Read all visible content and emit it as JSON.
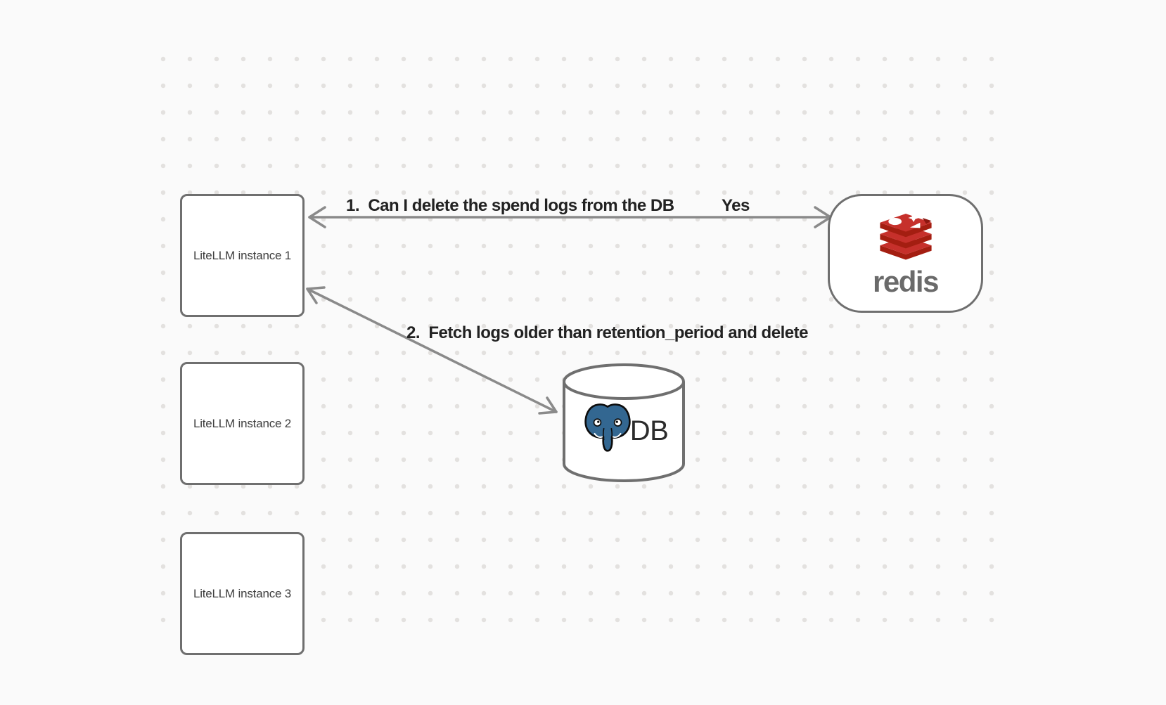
{
  "nodes": {
    "instances": [
      {
        "label": "LiteLLM instance 1"
      },
      {
        "label": "LiteLLM instance 2"
      },
      {
        "label": "LiteLLM instance 3"
      }
    ],
    "redis": {
      "wordmark": "redis"
    },
    "db": {
      "label": "DB"
    }
  },
  "edges": {
    "edge1": {
      "label": "1.  Can I delete the spend logs from the DB",
      "response": "Yes"
    },
    "edge2": {
      "label": "2.  Fetch logs older than retention_period and delete"
    }
  },
  "colors": {
    "canvas-bg": "#fafafa",
    "dot": "#e3e1df",
    "shape-stroke": "#6f6f6f",
    "arrow": "#8a8a8a",
    "label-text": "#222222",
    "node-text": "#3d3d3d",
    "redis-red": "#C6302B",
    "redis-dark-red": "#A41E11",
    "redis-gray": "#6a6a6a",
    "postgres-blue": "#336791",
    "db-text": "#2b2b2b"
  }
}
